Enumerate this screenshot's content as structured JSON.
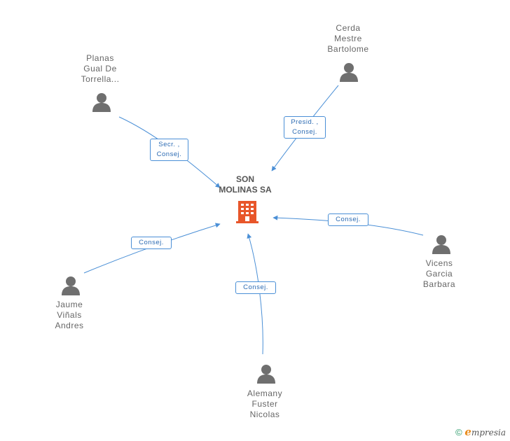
{
  "company": {
    "name_line1": "SON",
    "name_line2": "MOLINAS SA",
    "icon": "building-icon",
    "color": "#e8562a"
  },
  "people": [
    {
      "id": "cerda",
      "lines": [
        "Cerda",
        "Mestre",
        "Bartolome"
      ],
      "role_lines": [
        "Presid. ,",
        "Consej."
      ]
    },
    {
      "id": "planas",
      "lines": [
        "Planas",
        "Gual De",
        "Torrella..."
      ],
      "role_lines": [
        "Secr. ,",
        "Consej."
      ]
    },
    {
      "id": "vicens",
      "lines": [
        "Vicens",
        "Garcia",
        "Barbara"
      ],
      "role_lines": [
        "Consej."
      ]
    },
    {
      "id": "jaume",
      "lines": [
        "Jaume",
        "Viñals",
        "Andres"
      ],
      "role_lines": [
        "Consej."
      ]
    },
    {
      "id": "alemany",
      "lines": [
        "Alemany",
        "Fuster",
        "Nicolas"
      ],
      "role_lines": [
        "Consej."
      ]
    }
  ],
  "footer": {
    "copyright": "©",
    "brand_initial": "e",
    "brand_rest": "mpresia"
  },
  "colors": {
    "edge": "#4a8fd6",
    "person": "#6f6f6f",
    "label": "#666666"
  }
}
